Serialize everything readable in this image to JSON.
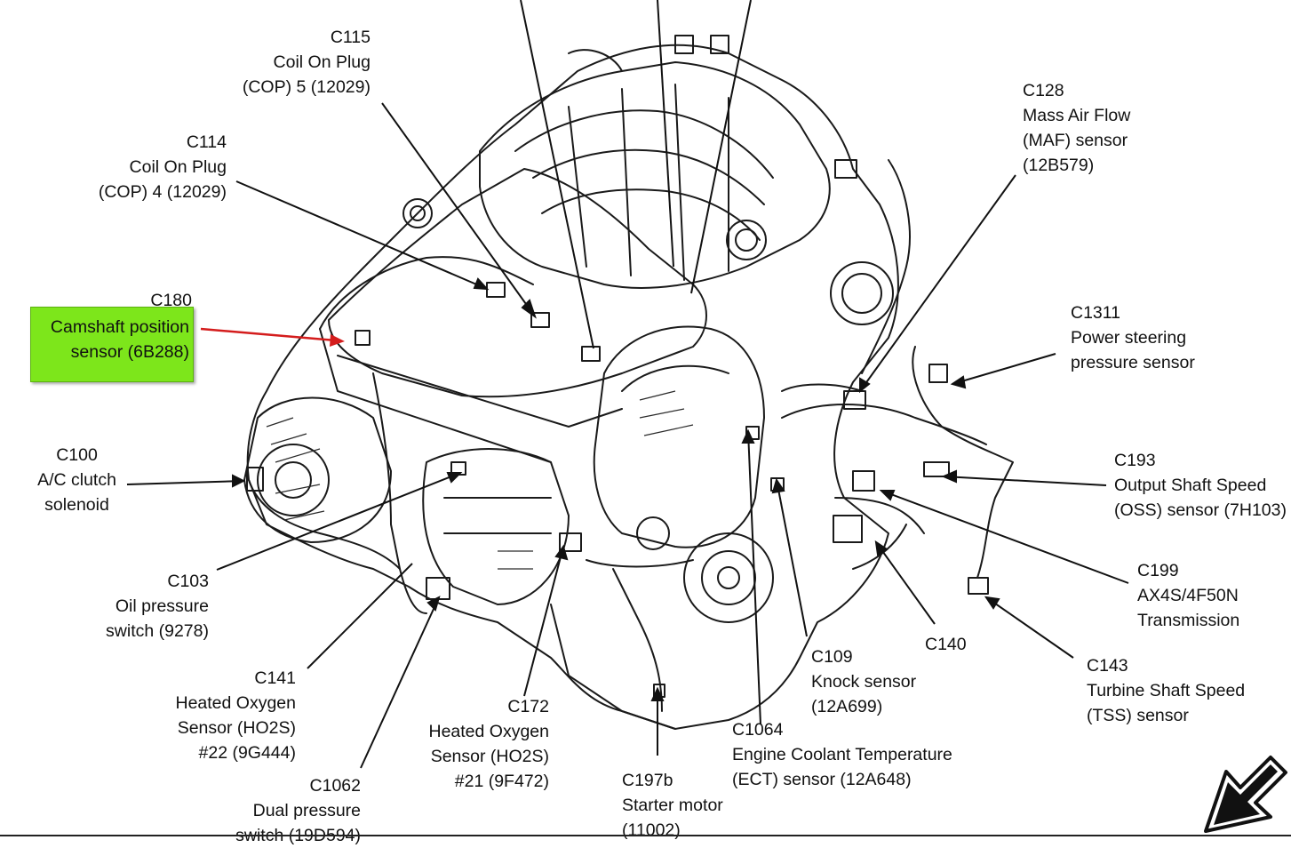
{
  "diagram": {
    "highlight_color": "#7de61b",
    "arrow_color": "#d41c1c",
    "labels": {
      "c115": {
        "code": "C115",
        "lines": [
          "Coil On Plug",
          "(COP) 5 (12029)"
        ]
      },
      "c114": {
        "code": "C114",
        "lines": [
          "Coil On Plug",
          "(COP) 4 (12029)"
        ]
      },
      "c180": {
        "code": "C180",
        "lines": [
          "Camshaft position",
          "sensor (6B288)"
        ]
      },
      "c100": {
        "code": "C100",
        "lines": [
          "A/C clutch",
          "solenoid"
        ]
      },
      "c103": {
        "code": "C103",
        "lines": [
          "Oil pressure",
          "switch (9278)"
        ]
      },
      "c141": {
        "code": "C141",
        "lines": [
          "Heated Oxygen",
          "Sensor (HO2S)",
          "#22 (9G444)"
        ]
      },
      "c1062": {
        "code": "C1062",
        "lines": [
          "Dual pressure",
          "switch (19D594)"
        ]
      },
      "c172": {
        "code": "C172",
        "lines": [
          "Heated Oxygen",
          "Sensor (HO2S)",
          "#21 (9F472)"
        ]
      },
      "c197b": {
        "code": "C197b",
        "lines": [
          "Starter motor",
          "(11002)"
        ]
      },
      "c1064": {
        "code": "C1064",
        "lines": [
          "Engine Coolant Temperature",
          "(ECT) sensor (12A648)"
        ]
      },
      "c109": {
        "code": "C109",
        "lines": [
          "Knock sensor",
          "(12A699)"
        ]
      },
      "c140": {
        "code": "C140"
      },
      "c143": {
        "code": "C143",
        "lines": [
          "Turbine Shaft Speed",
          "(TSS) sensor"
        ]
      },
      "c199": {
        "code": "C199",
        "lines": [
          "AX4S/4F50N",
          "Transmission"
        ]
      },
      "c193": {
        "code": "C193",
        "lines": [
          "Output Shaft Speed",
          "(OSS) sensor (7H103)"
        ]
      },
      "c1311": {
        "code": "C1311",
        "lines": [
          "Power steering",
          "pressure sensor"
        ]
      },
      "c128": {
        "code": "C128",
        "lines": [
          "Mass Air Flow",
          "(MAF) sensor",
          "(12B579)"
        ]
      }
    }
  },
  "nav": {
    "icon": "arrow-down-left-icon"
  }
}
